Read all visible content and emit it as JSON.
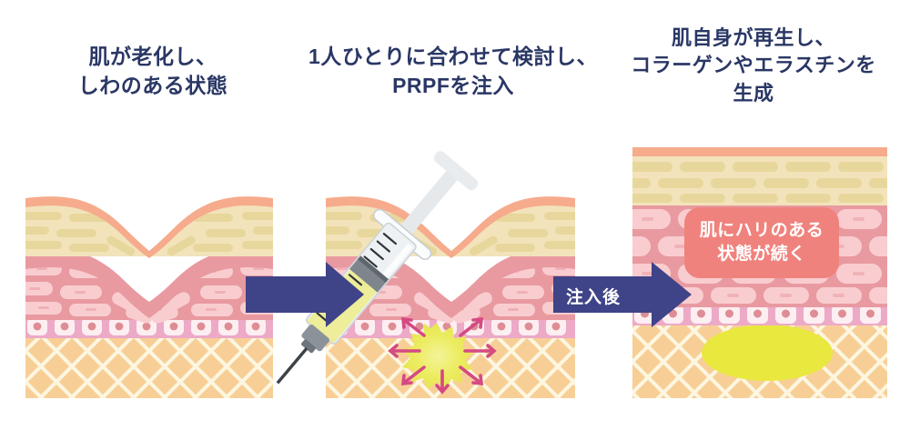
{
  "page": {
    "title": "PRPF skin rejuvenation process diagram",
    "background_color": "#ffffff",
    "text_color": "#2a3765"
  },
  "steps": [
    {
      "id": "step-1",
      "heading": "肌が老化し、\nしわのある状態",
      "state": "wrinkled"
    },
    {
      "id": "step-2",
      "heading": "1人ひとりに合わせて検討し、\nPRPFを注入",
      "state": "injection"
    },
    {
      "id": "step-3",
      "heading": "肌自身が再生し、\nコラーゲンやエラスチンを\n生成",
      "state": "regenerated"
    }
  ],
  "arrows": [
    {
      "id": "arrow-1",
      "label": "",
      "color": "#3f4387"
    },
    {
      "id": "arrow-2",
      "label": "注入後",
      "color": "#3f4387",
      "label_color": "#ffffff"
    }
  ],
  "badge": {
    "text": "肌にハリのある\n状態が続く",
    "background_color": "#f0827d",
    "text_color": "#ffffff"
  },
  "skin_layers": {
    "surface": {
      "name": "skin-surface",
      "color": "#f6ab8c"
    },
    "epidermis": {
      "name": "epidermis-brick-layer",
      "color": "#f2e3bb",
      "brick_color": "#e8d79c"
    },
    "dermis": {
      "name": "dermis-cell-layer",
      "color": "#e89aa0",
      "cell_color": "#f9cdd0"
    },
    "basal": {
      "name": "basal-cell-layer",
      "color": "#ecaac7",
      "cell_color": "#fdeef1",
      "nucleus_color": "#dd8d93"
    },
    "subcutaneous": {
      "name": "subcutaneous-fat-layer",
      "color": "#f7cf96",
      "mesh_color": "#fdf6e0"
    }
  },
  "injection": {
    "syringe": {
      "barrel_color": "#eef1f4",
      "liquid_color": "#eded9a",
      "plunger_color": "#e6e9ec",
      "stopper_color": "#7e858c",
      "needle_color": "#4a4f55"
    },
    "burst_color": "#ecec62",
    "arrow_color": "#d44a82",
    "arrow_count": 8
  },
  "result": {
    "filler_color": "#e8e83f",
    "shape": "ellipse"
  }
}
